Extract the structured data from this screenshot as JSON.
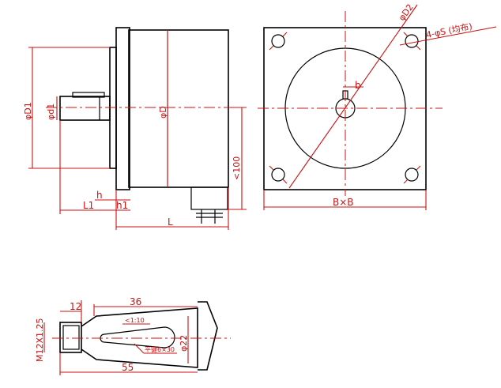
{
  "labels": {
    "phi_D1": "φD1",
    "phi_d1": "φd1",
    "phi_D": "φD",
    "phi_D2": "φD2",
    "holes": "4-φS (均布)",
    "dim_100": "<100",
    "h": "h",
    "h1": "h1",
    "L1": "L1",
    "L": "L",
    "b": "b",
    "BxB": "B×B",
    "len_12": "12",
    "len_36": "36",
    "len_55": "55",
    "taper": "<1:10",
    "key": "平键6×30",
    "thread": "M12X1.25",
    "phi_22": "φ22"
  }
}
